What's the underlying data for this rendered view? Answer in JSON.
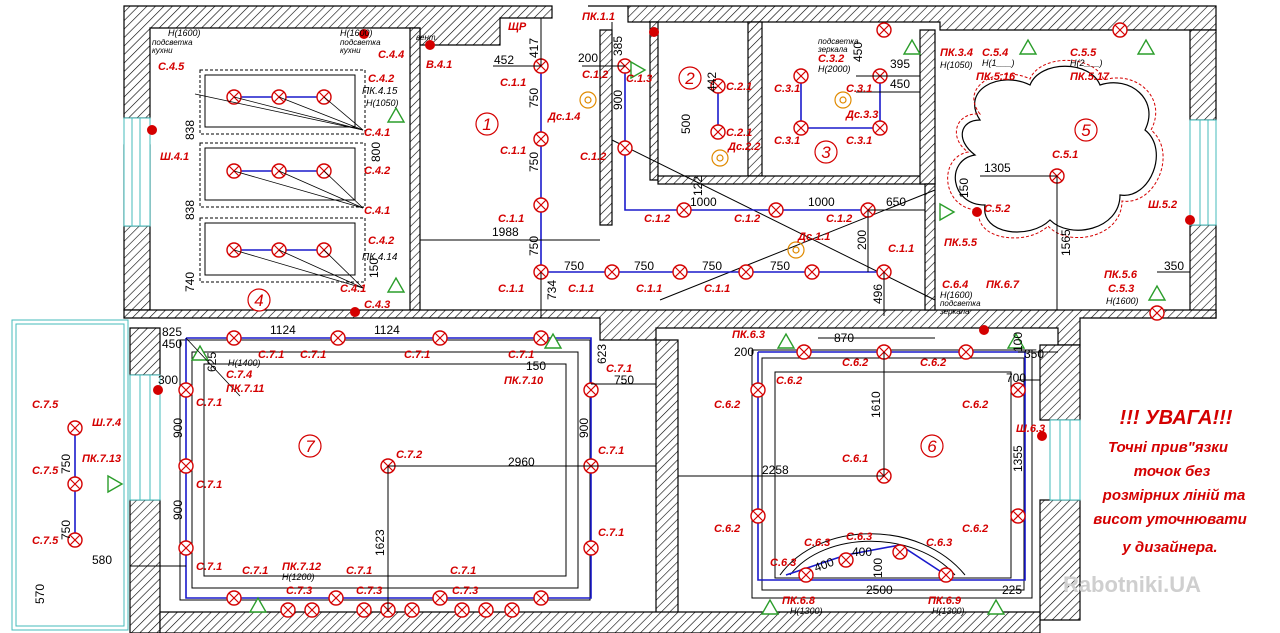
{
  "rooms": [
    "1",
    "2",
    "3",
    "4",
    "5",
    "6",
    "7"
  ],
  "warning": {
    "title": "!!! УВАГА!!!",
    "lines": [
      "Точні прив\"язки",
      "точок без",
      "розмірних ліній та",
      "висот уточнювати",
      "у дизайнера."
    ]
  },
  "watermark": "Rabotniki.UA",
  "room4_labels": {
    "c45": "С.4.5",
    "c42a": "С.4.2",
    "c41a": "С.4.1",
    "c42b": "С.4.2",
    "c41b": "С.4.1",
    "c42c": "С.4.2",
    "c41c": "С.4.1",
    "c43": "С.4.3",
    "c44": "С.4.4",
    "w41": "Ш.4.1",
    "b41": "В.4.1",
    "pk415": "ПК.4.15",
    "pk414": "ПК.4.14",
    "h1050": "H(1050)",
    "h1600a": "H(1600)",
    "note1": "подсветка",
    "note2": "кухни",
    "h1600b": "H(1600)",
    "note3": "подсветка",
    "note4": "кухни",
    "vent": "вент.",
    "d838a": "838",
    "d838b": "838",
    "d740": "740",
    "d800": "800",
    "d150": "150"
  },
  "room1_labels": {
    "c11a": "С.1.1",
    "c11b": "С.1.1",
    "c11c": "С.1.1",
    "c11d": "С.1.1",
    "c11e": "С.1.1",
    "c11f": "С.1.1",
    "c11g": "С.1.1",
    "c11h": "С.1.1",
    "c12a": "С.1.2",
    "c12b": "С.1.2",
    "c12c": "С.1.2",
    "c12d": "С.1.2",
    "c12e": "С.1.2",
    "c13": "С.1.3",
    "ds14": "Дс.1.4",
    "ds11": "Дс.1.1",
    "pk11": "ПК.1.1",
    "shch": "ЩР",
    "d452": "452",
    "d417": "417",
    "d750a": "750",
    "d750b": "750",
    "d750c": "750",
    "d1988": "1988",
    "d200a": "200",
    "d385": "385",
    "d900": "900",
    "d1000a": "1000",
    "d1000b": "1000",
    "d650": "650",
    "d200b": "200",
    "d750d": "750",
    "d750e": "750",
    "d750f": "750",
    "d750g": "750",
    "d734": "734",
    "d496": "496"
  },
  "room2_labels": {
    "c21a": "С.2.1",
    "c21b": "С.2.1",
    "ds22": "Дс.2.2",
    "d442": "442",
    "d500": "500",
    "d122": "122"
  },
  "room3_labels": {
    "c31a": "С.3.1",
    "c31b": "С.3.1",
    "c31c": "С.3.1",
    "c31d": "С.3.1",
    "c32": "С.3.2",
    "ds33": "Дс.3.3",
    "h2000": "H(2000)",
    "note1": "подсветка",
    "note2": "зеркала",
    "d450a": "450",
    "d395": "395",
    "d450b": "450"
  },
  "room5_labels": {
    "pk34": "ПК.3.4",
    "h1050": "H(1050)",
    "c54": "С.5.4",
    "h1a": "H(1___)",
    "pk516": "ПК.5.16",
    "c55": "С.5.5",
    "h2": "H(2___)",
    "pk517": "ПК.5.17",
    "c51": "С.5.1",
    "c52": "С.5.2",
    "pk55": "ПК.5.5",
    "w52": "Ш.5.2",
    "pk56": "ПК.5.6",
    "h1600": "H(1600)",
    "c53": "С.5.3",
    "d1305": "1305",
    "d1565": "1565",
    "d150": "150",
    "d350": "350"
  },
  "room6_labels": {
    "c64": "С.6.4",
    "h1600": "H(1600)",
    "note1": "подсветка",
    "note2": "зеркала",
    "pk67": "ПК.6.7",
    "pk63": "ПК.6.3",
    "c62a": "С.6.2",
    "c62b": "С.6.2",
    "c62c": "С.6.2",
    "c62d": "С.6.2",
    "c62e": "С.6.2",
    "c62f": "С.6.2",
    "c62g": "С.6.2",
    "c61": "С.6.1",
    "c63a": "С.6.3",
    "c63b": "С.6.3",
    "c63c": "С.6.3",
    "c63d": "С.6.3",
    "w63": "Ш.6.3",
    "pk68": "ПК.6.8",
    "h1300a": "H(1300)",
    "pk69": "ПК.6.9",
    "h1300b": "H(1300)",
    "d870": "870",
    "d200": "200",
    "d350": "350",
    "d700": "700",
    "d100a": "100",
    "d1610": "1610",
    "d2258": "2258",
    "d1355": "1355",
    "d400a": "400",
    "d400b": "400",
    "d100b": "100",
    "d2500": "2500",
    "d225": "225"
  },
  "room7_labels": {
    "c71a": "С.7.1",
    "c71b": "С.7.1",
    "c71c": "С.7.1",
    "c71d": "С.7.1",
    "c71e": "С.7.1",
    "c71f": "С.7.1",
    "c71g": "С.7.1",
    "c71h": "С.7.1",
    "c71i": "С.7.1",
    "c71j": "С.7.1",
    "c71k": "С.7.1",
    "c71l": "С.7.1",
    "c71m": "С.7.1",
    "c72": "С.7.2",
    "c73a": "С.7.3",
    "c73b": "С.7.3",
    "c73c": "С.7.3",
    "c74": "С.7.4",
    "c75a": "С.7.5",
    "c75b": "С.7.5",
    "c75c": "С.7.5",
    "pk710": "ПК.7.10",
    "pk711": "ПК.7.11",
    "pk712": "ПК.7.12",
    "pk713": "ПК.7.13",
    "w74": "Ш.7.4",
    "h1400": "H(1400)",
    "h1200": "H(1200)",
    "d1124a": "1124",
    "d1124b": "1124",
    "d450": "450",
    "d825": "825",
    "d300": "300",
    "d150": "150",
    "d623": "623",
    "d750a": "750",
    "d900a": "900",
    "d900b": "900",
    "d900c": "900",
    "d2960": "2960",
    "d1623": "1623",
    "d750b": "750",
    "d750c": "750",
    "d580": "580",
    "d570": "570",
    "d625": "625"
  }
}
